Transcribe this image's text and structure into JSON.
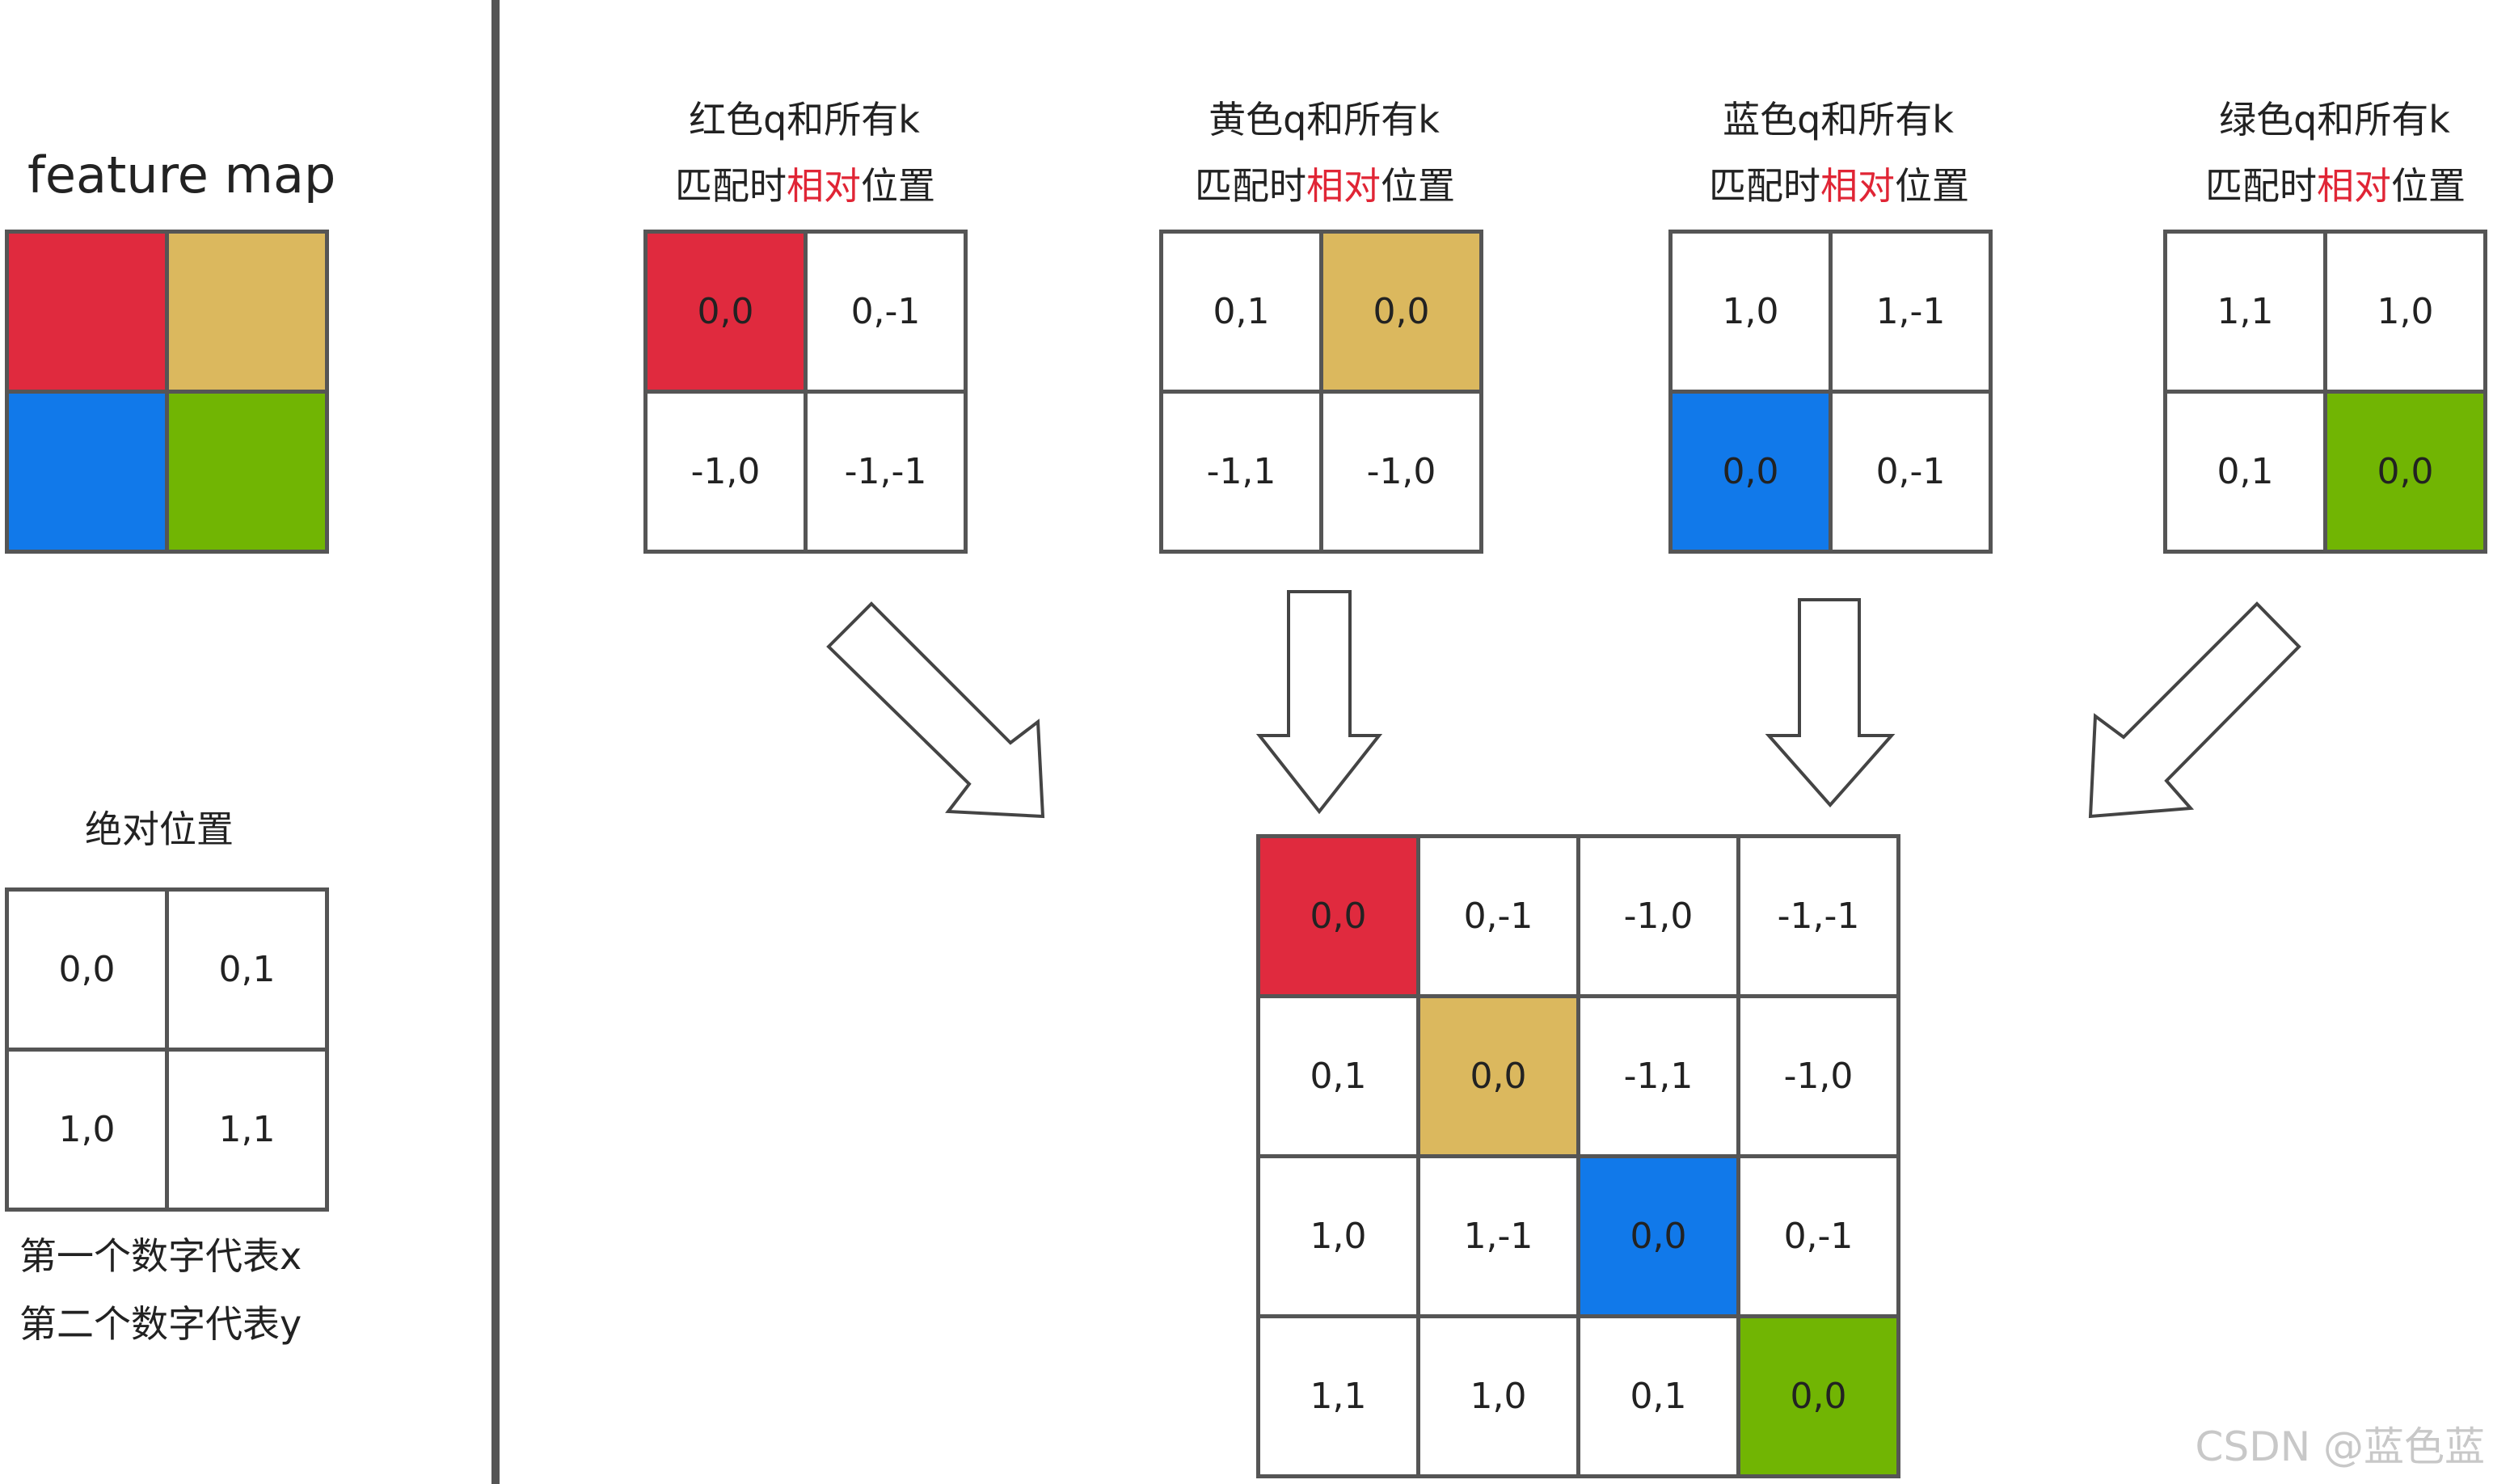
{
  "feature_map": {
    "title": "feature map",
    "colors": [
      "#e02a3e",
      "#dbb85e",
      "#1179ea",
      "#71b503"
    ]
  },
  "absolute": {
    "title": "绝对位置",
    "cells": [
      "0,0",
      "0,1",
      "1,0",
      "1,1"
    ],
    "note_line1": "第一个数字代表x",
    "note_line2": "第二个数字代表y"
  },
  "colors": {
    "red": "#e02a3e",
    "yellow": "#dbb85e",
    "blue": "#1179ea",
    "green": "#71b503",
    "highlight_text": "#e02535",
    "border": "#555555"
  },
  "queries": [
    {
      "title_prefix": "红色q和所有k",
      "line2_a": "匹配时",
      "line2_hl": "相对",
      "line2_b": "位置",
      "cells": [
        "0,0",
        "0,-1",
        "-1,0",
        "-1,-1"
      ],
      "highlight_color": "red"
    },
    {
      "title_prefix": "黄色q和所有k",
      "line2_a": "匹配时",
      "line2_hl": "相对",
      "line2_b": "位置",
      "cells": [
        "0,1",
        "0,0",
        "-1,1",
        "-1,0"
      ],
      "highlight_color": "yellow"
    },
    {
      "title_prefix": "蓝色q和所有k",
      "line2_a": "匹配时",
      "line2_hl": "相对",
      "line2_b": "位置",
      "cells": [
        "1,0",
        "1,-1",
        "0,0",
        "0,-1"
      ],
      "highlight_color": "blue"
    },
    {
      "title_prefix": "绿色q和所有k",
      "line2_a": "匹配时",
      "line2_hl": "相对",
      "line2_b": "位置",
      "cells": [
        "1,1",
        "1,0",
        "0,1",
        "0,0"
      ],
      "highlight_color": "green"
    }
  ],
  "matrix": {
    "rows": [
      [
        "0,0",
        "0,-1",
        "-1,0",
        "-1,-1"
      ],
      [
        "0,1",
        "0,0",
        "-1,1",
        "-1,0"
      ],
      [
        "1,0",
        "1,-1",
        "0,0",
        "0,-1"
      ],
      [
        "1,1",
        "1,0",
        "0,1",
        "0,0"
      ]
    ]
  },
  "watermark": "CSDN @蓝色蓝"
}
